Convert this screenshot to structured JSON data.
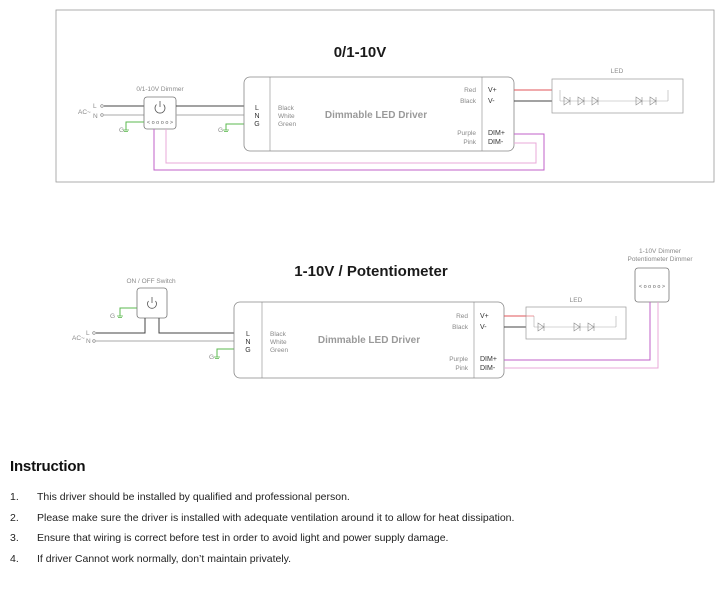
{
  "diagram1": {
    "title": "0/1-10V",
    "dimmer_label": "0/1-10V Dimmer",
    "dimmer_dial": "< o o o o >",
    "ac_label": "AC~",
    "l_label": "L",
    "n_label": "N",
    "g_label": "G",
    "driver_title": "Dimmable LED Driver",
    "input_pins": [
      "L",
      "N",
      "G"
    ],
    "input_wires": [
      "Black",
      "White",
      "Green"
    ],
    "output_wires": [
      "Red",
      "Black"
    ],
    "output_pins": [
      "V+",
      "V-"
    ],
    "dim_wires": [
      "Purple",
      "Pink"
    ],
    "dim_pins": [
      "DIM+",
      "DIM-"
    ],
    "led_label": "LED"
  },
  "diagram2": {
    "title": "1-10V / Potentiometer",
    "switch_label": "ON / OFF Switch",
    "pot_label_line1": "1-10V Dimmer",
    "pot_label_line2": "Potentiometer Dimmer",
    "pot_dial": "< o o o o >",
    "ac_label": "AC~",
    "l_label": "L",
    "n_label": "N",
    "g_label": "G",
    "driver_title": "Dimmable LED Driver",
    "input_pins": [
      "L",
      "N",
      "G"
    ],
    "input_wires": [
      "Black",
      "White",
      "Green"
    ],
    "output_wires": [
      "Red",
      "Black"
    ],
    "output_pins": [
      "V+",
      "V-"
    ],
    "dim_wires": [
      "Purple",
      "Pink"
    ],
    "dim_pins": [
      "DIM+",
      "DIM-"
    ],
    "led_label": "LED"
  },
  "instruction": {
    "heading": "Instruction",
    "items": [
      {
        "num": "1.",
        "text": "This driver should be installed by qualified and professional person."
      },
      {
        "num": "2.",
        "text": "Please make sure the driver is installed with adequate ventilation around it to allow for heat dissipation."
      },
      {
        "num": "3.",
        "text": "Ensure that wiring is correct before test in order to avoid light and power supply damage."
      },
      {
        "num": "4.",
        "text": "If driver Cannot work normally, don’t maintain privately."
      }
    ]
  },
  "colors": {
    "red_wire": "#e0545a",
    "black_wire": "#444444",
    "green_wire": "#5bb94f",
    "purple_wire": "#c060c8",
    "pink_wire": "#e8a8d8",
    "frame": "#999999"
  }
}
